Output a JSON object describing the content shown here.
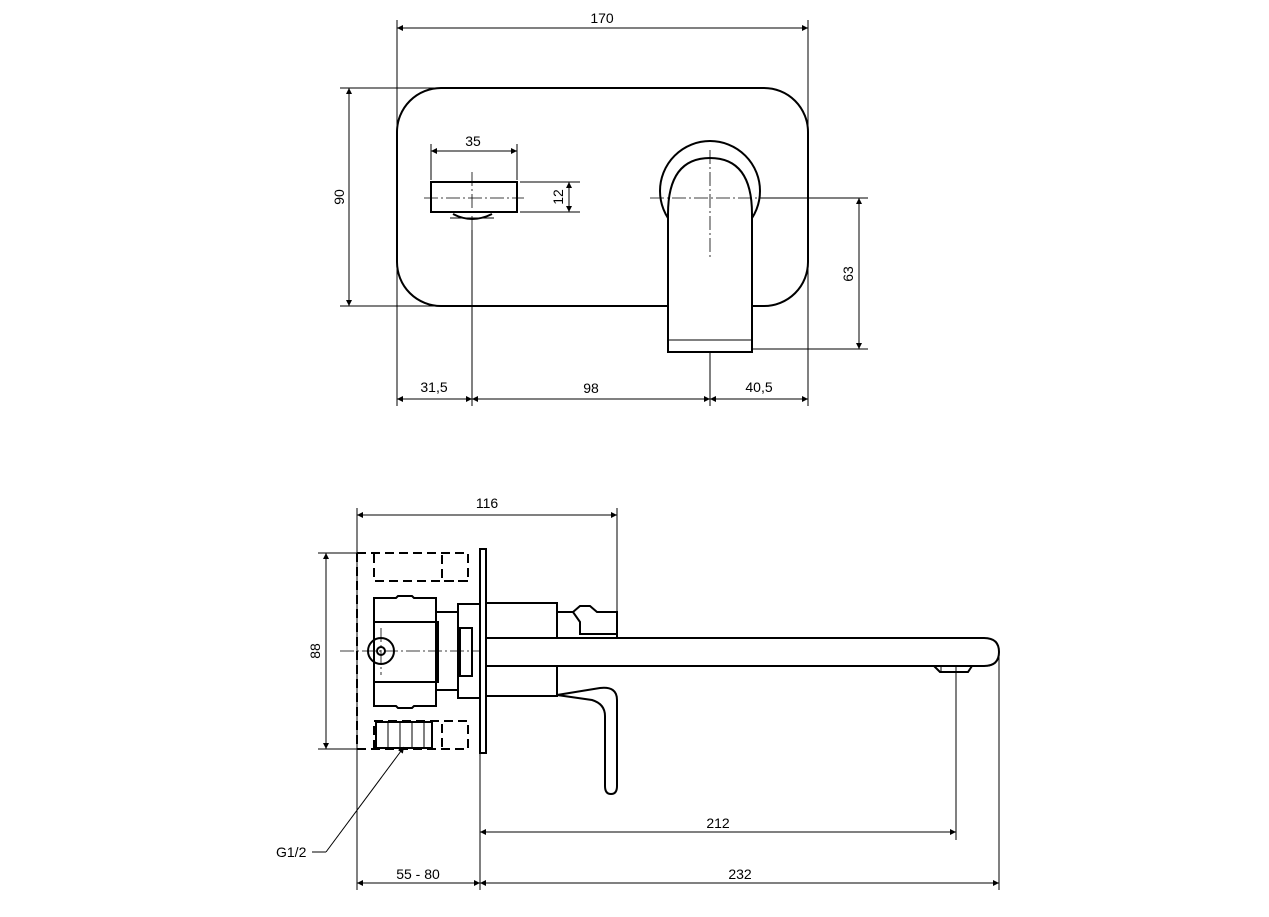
{
  "front_view": {
    "width_total": "170",
    "height_total": "90",
    "handle_width": "35",
    "handle_height": "12",
    "spout_drop": "63",
    "left_offset": "31,5",
    "center_distance": "98",
    "right_offset": "40,5"
  },
  "side_view": {
    "body_depth": "116",
    "body_height": "88",
    "connection": "G1/2",
    "wall_depth": "55 - 80",
    "spout_reach": "212",
    "total_projection": "232"
  }
}
